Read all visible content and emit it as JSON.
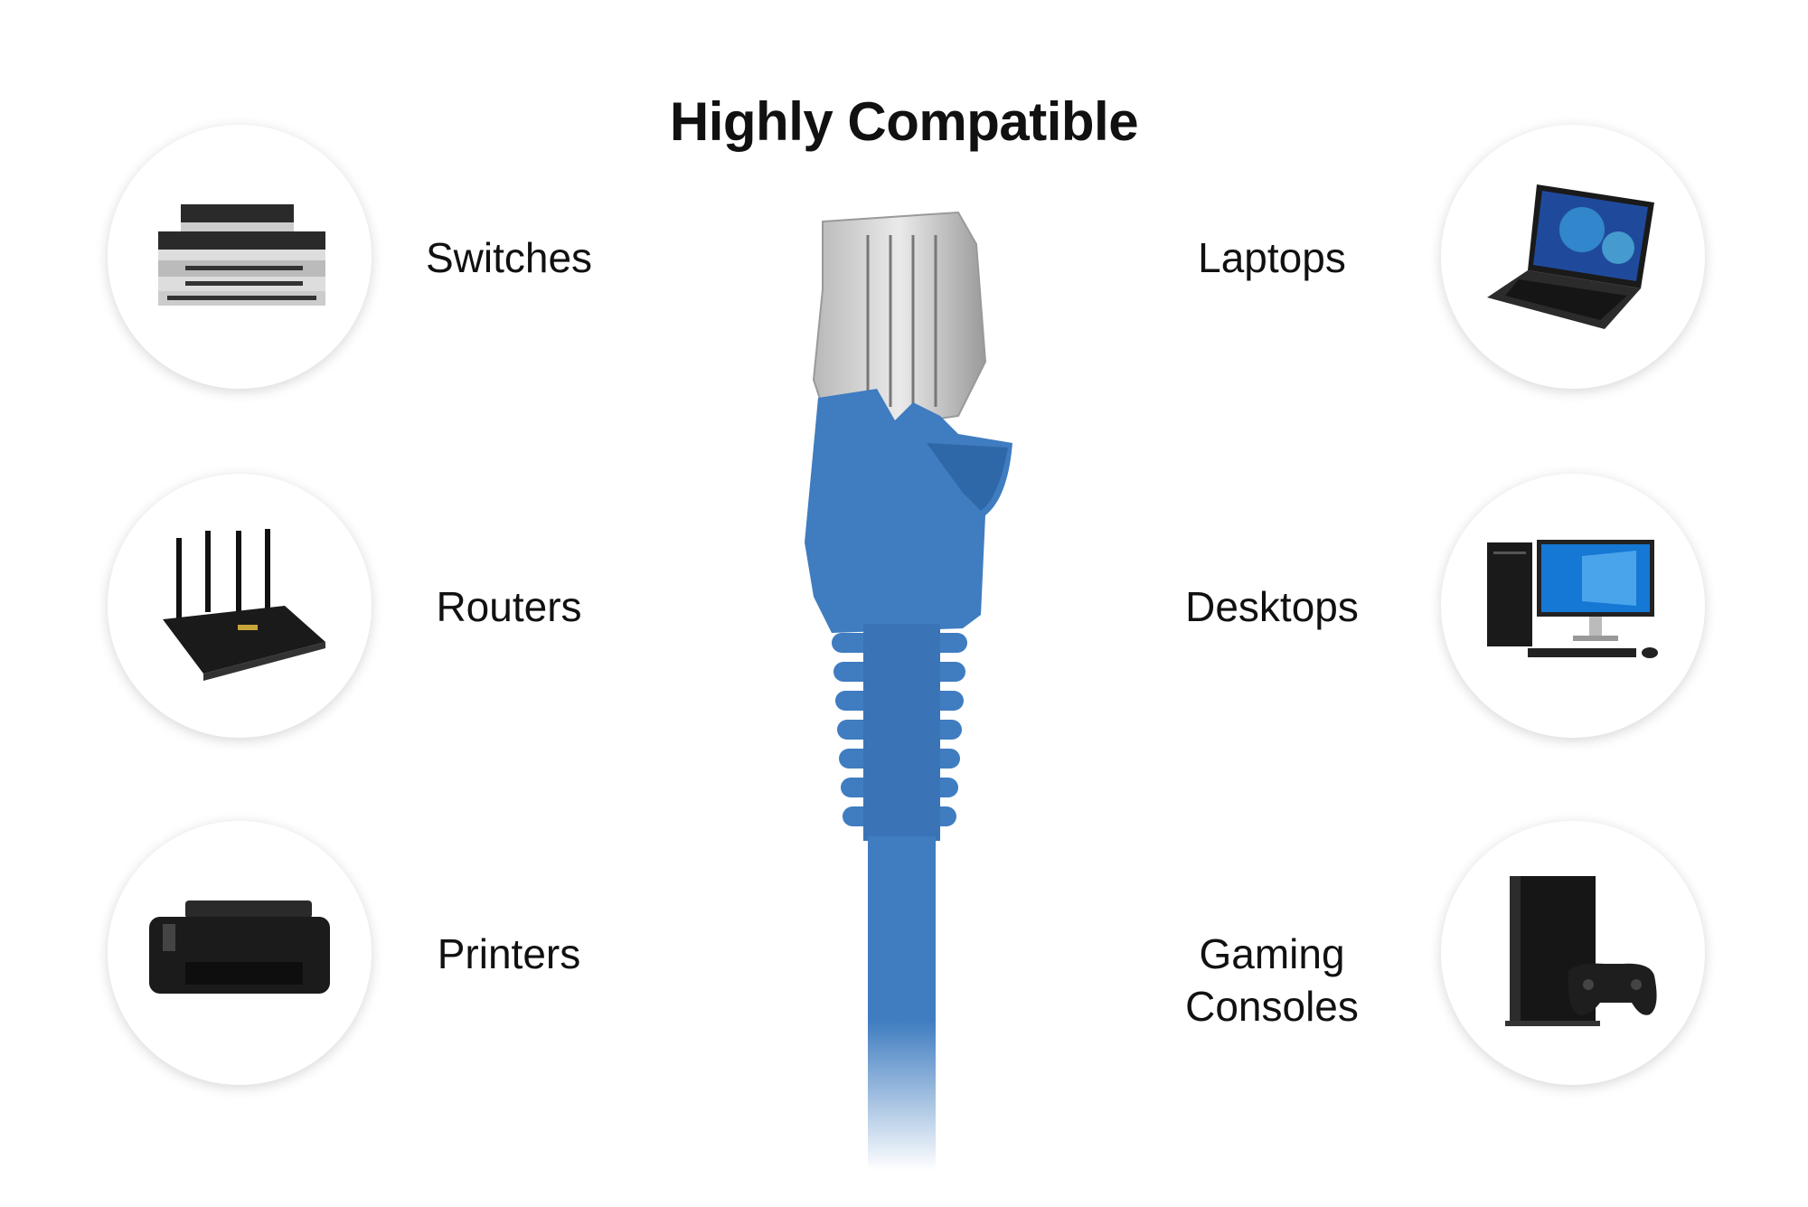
{
  "title": "Highly Compatible",
  "devices_left": [
    {
      "label": "Switches",
      "icon": "network-switch-icon"
    },
    {
      "label": "Routers",
      "icon": "router-icon"
    },
    {
      "label": "Printers",
      "icon": "printer-icon"
    }
  ],
  "devices_right": [
    {
      "label": "Laptops",
      "icon": "laptop-icon"
    },
    {
      "label": "Desktops",
      "icon": "desktop-icon"
    },
    {
      "label": "Gaming Consoles",
      "icon": "game-console-icon"
    }
  ],
  "colors": {
    "cable": "#3f7cc0",
    "text": "#111111"
  }
}
